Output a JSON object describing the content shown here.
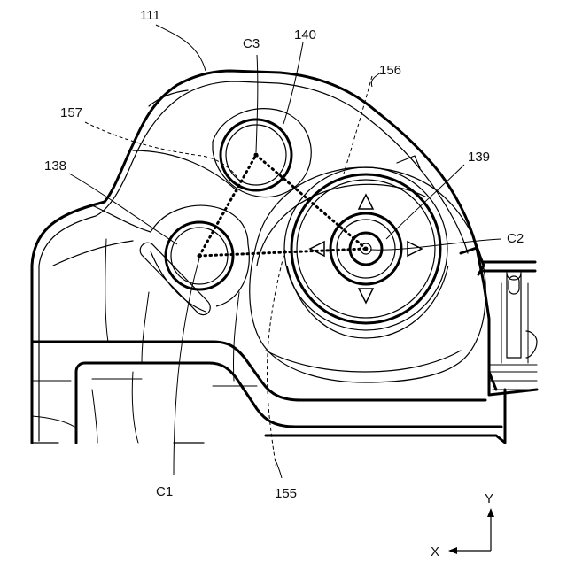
{
  "labels": {
    "ref_111": "111",
    "ref_c3": "C3",
    "ref_140": "140",
    "ref_156": "156",
    "ref_157": "157",
    "ref_138": "138",
    "ref_139": "139",
    "ref_c2": "C2",
    "ref_c1": "C1",
    "ref_155": "155",
    "axis_y": "Y",
    "axis_x": "X"
  }
}
